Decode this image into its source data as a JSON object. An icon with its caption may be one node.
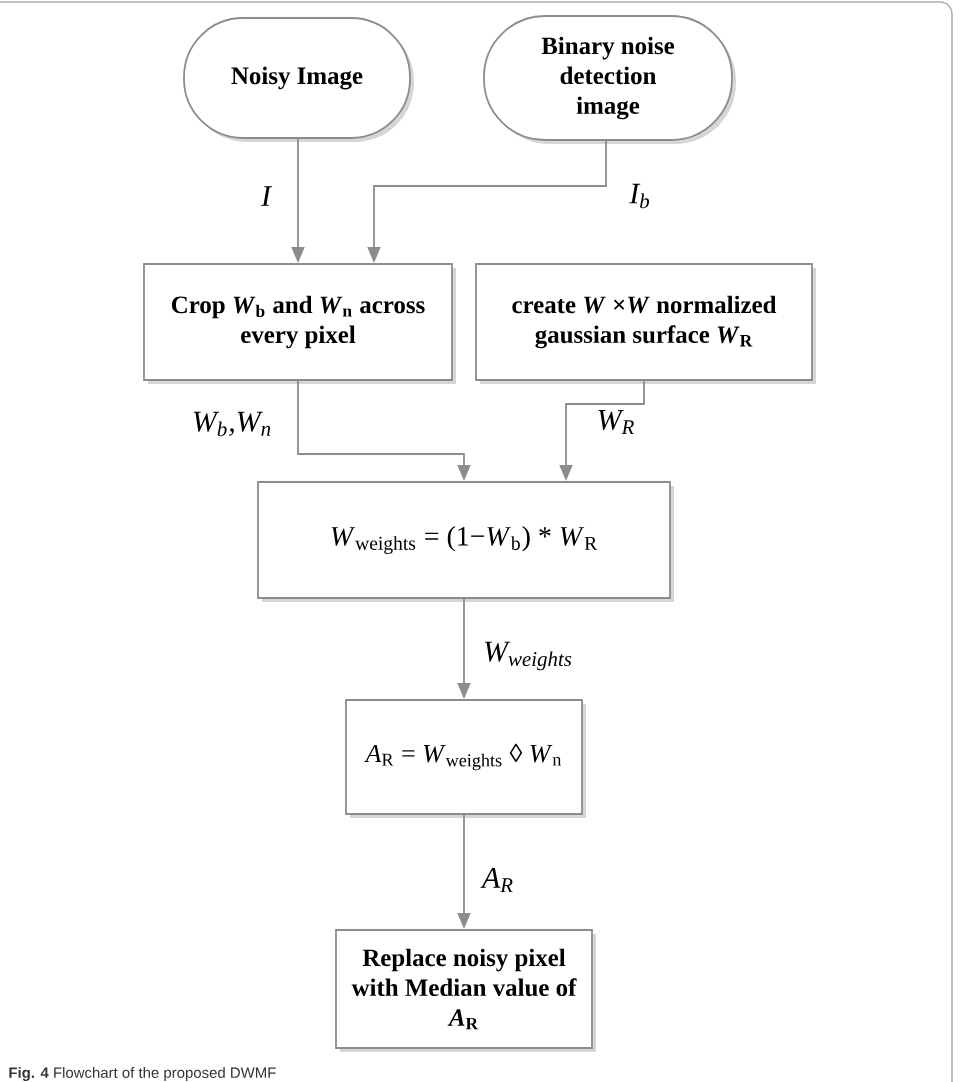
{
  "diagram": {
    "caption": "**Fig. 4** Flowchart of the proposed DWMF",
    "nodes": [
      {
        "text": [
          "Noisy Image"
        ]
      },
      {
        "text": [
          "Binary noise detection image"
        ]
      },
      {
        "text": [
          "Crop *W*$_{b}$ and *W*$_{n}$ across every pixel"
        ]
      },
      {
        "text": [
          "create *W* ×*W* normalized gaussian surface *W*$_{R}$"
        ]
      },
      {
        "text": [
          "*W*$_{weights}$ = (1−*W*$_{b}$) * *W*$_{R}$"
        ]
      },
      {
        "text": [
          "*A*$_{R}$ = *W*$_{weights}$ ◊ *W*$_{n}$"
        ]
      },
      {
        "text": [
          "Replace noisy pixel with Median value of *A*$_{R}$"
        ]
      }
    ],
    "edges": [
      {
        "from": 0,
        "to": 2,
        "arrow": "to",
        "label": "I"
      },
      {
        "from": 1,
        "to": 2,
        "arrow": "to",
        "label": "I$_{b}$"
      },
      {
        "from": 2,
        "to": 4,
        "arrow": "to",
        "label": "W$_{b}$,W$_{n}$"
      },
      {
        "from": 3,
        "to": 4,
        "arrow": "to",
        "label": "W$_{R}$"
      },
      {
        "from": 4,
        "to": 5,
        "arrow": "to",
        "label": "W$_{weights}$"
      },
      {
        "from": 5,
        "to": 6,
        "arrow": "to",
        "label": "A$_{R}$"
      }
    ]
  }
}
